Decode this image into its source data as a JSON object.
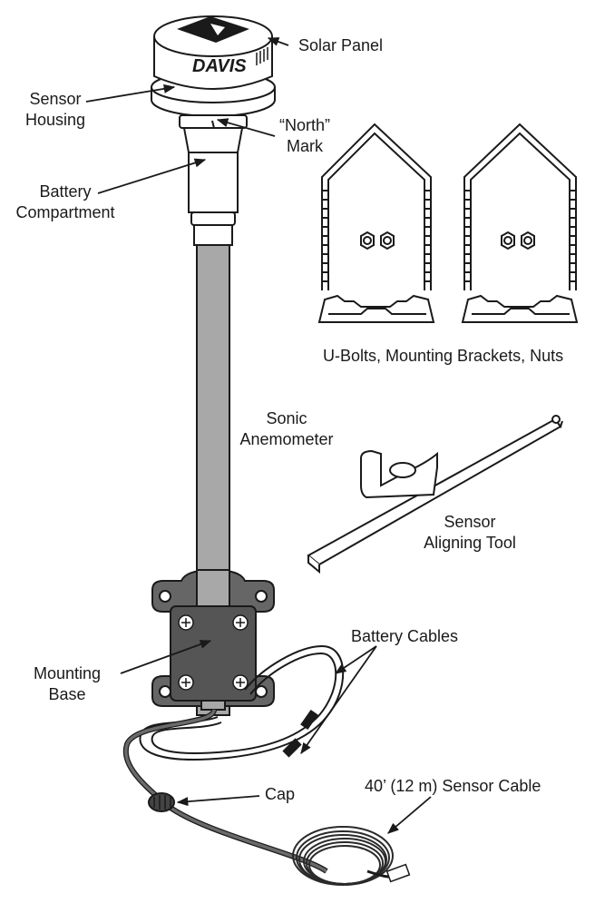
{
  "labels": {
    "solar_panel": "Solar Panel",
    "sensor_housing": [
      "Sensor",
      "Housing"
    ],
    "north_mark": [
      "“North”",
      "Mark"
    ],
    "battery_compartment": [
      "Battery",
      "Compartment"
    ],
    "ubolts": "U-Bolts, Mounting Brackets, Nuts",
    "sonic_anemometer": [
      "Sonic",
      "Anemometer"
    ],
    "sensor_aligning_tool": [
      "Sensor",
      "Aligning Tool"
    ],
    "battery_cables": "Battery Cables",
    "mounting_base": [
      "Mounting",
      "Base"
    ],
    "cap": "Cap",
    "sensor_cable": "40’ (12 m) Sensor Cable"
  },
  "brand": "DAVIS",
  "colors": {
    "ink": "#1a1a1a",
    "pole": "#a8a8a8",
    "base": "#555555",
    "cable": "#555555",
    "housing": "#ffffff"
  }
}
